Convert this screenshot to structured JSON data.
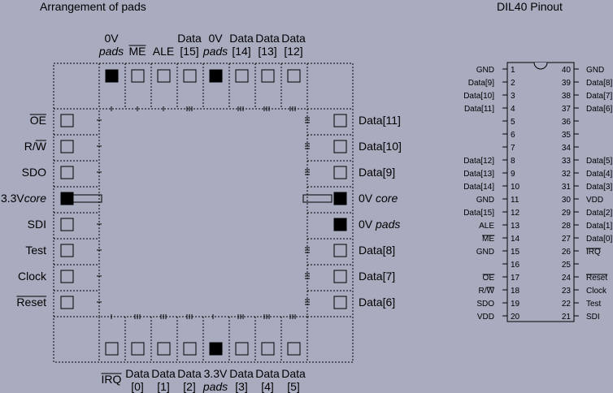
{
  "left_panel": {
    "title": "Arrangement of pads",
    "top_labels": [
      {
        "line1": "0V",
        "line2": "pads",
        "line2_italic": true,
        "filled": true
      },
      {
        "line1": "",
        "line2": "ME",
        "overbar": true,
        "filled": false
      },
      {
        "line1": "",
        "line2": "ALE",
        "filled": false
      },
      {
        "line1": "Data",
        "line2": "[15]",
        "filled": false
      },
      {
        "line1": "0V",
        "line2": "pads",
        "line2_italic": true,
        "filled": true
      },
      {
        "line1": "Data",
        "line2": "[14]",
        "filled": false
      },
      {
        "line1": "Data",
        "line2": "[13]",
        "filled": false
      },
      {
        "line1": "Data",
        "line2": "[12]",
        "filled": false
      }
    ],
    "bottom_labels": [
      {
        "line1": "",
        "line2": "IRQ",
        "overbar": true,
        "filled": false
      },
      {
        "line1": "Data",
        "line2": "[0]",
        "filled": false
      },
      {
        "line1": "Data",
        "line2": "[1]",
        "filled": false
      },
      {
        "line1": "Data",
        "line2": "[2]",
        "filled": false
      },
      {
        "line1": "3.3V",
        "line2": "pads",
        "line2_italic": true,
        "filled": true
      },
      {
        "line1": "Data",
        "line2": "[3]",
        "filled": false
      },
      {
        "line1": "Data",
        "line2": "[4]",
        "filled": false
      },
      {
        "line1": "Data",
        "line2": "[5]",
        "filled": false
      }
    ],
    "left_labels": [
      {
        "text": "OE",
        "overbar": true,
        "filled": false
      },
      {
        "text": "R/W",
        "overbar_part": "W",
        "filled": false
      },
      {
        "text": "SDO",
        "filled": false
      },
      {
        "text": "3.3V",
        "suffix": "core",
        "filled": true
      },
      {
        "text": "SDI",
        "filled": false
      },
      {
        "text": "Test",
        "filled": false
      },
      {
        "text": "Clock",
        "filled": false
      },
      {
        "text": "Reset",
        "overbar": true,
        "filled": false
      }
    ],
    "right_labels": [
      {
        "text": "Data[11]",
        "filled": false
      },
      {
        "text": "Data[10]",
        "filled": false
      },
      {
        "text": "Data[9]",
        "filled": false
      },
      {
        "text": "0V",
        "suffix": "core",
        "filled": true
      },
      {
        "text": "0V",
        "suffix": "pads",
        "filled": true
      },
      {
        "text": "Data[8]",
        "filled": false
      },
      {
        "text": "Data[7]",
        "filled": false
      },
      {
        "text": "Data[6]",
        "filled": false
      }
    ]
  },
  "right_panel": {
    "title": "DIL40 Pinout",
    "left_pins": [
      {
        "num": "1",
        "name": "GND"
      },
      {
        "num": "2",
        "name": "Data[9]"
      },
      {
        "num": "3",
        "name": "Data[10]"
      },
      {
        "num": "4",
        "name": "Data[11]"
      },
      {
        "num": "5",
        "name": ""
      },
      {
        "num": "6",
        "name": ""
      },
      {
        "num": "7",
        "name": ""
      },
      {
        "num": "8",
        "name": "Data[12]"
      },
      {
        "num": "9",
        "name": "Data[13]"
      },
      {
        "num": "10",
        "name": "Data[14]"
      },
      {
        "num": "11",
        "name": "GND"
      },
      {
        "num": "12",
        "name": "Data[15]"
      },
      {
        "num": "13",
        "name": "ALE"
      },
      {
        "num": "14",
        "name": "ME",
        "overbar": true
      },
      {
        "num": "15",
        "name": "GND"
      },
      {
        "num": "16",
        "name": ""
      },
      {
        "num": "17",
        "name": "OE",
        "overbar": true
      },
      {
        "num": "18",
        "name": "R/W",
        "overbar_part": "W"
      },
      {
        "num": "19",
        "name": "SDO"
      },
      {
        "num": "20",
        "name": "VDD"
      }
    ],
    "right_pins": [
      {
        "num": "40",
        "name": "GND"
      },
      {
        "num": "39",
        "name": "Data[8]"
      },
      {
        "num": "38",
        "name": "Data[7]"
      },
      {
        "num": "37",
        "name": "Data[6]"
      },
      {
        "num": "36",
        "name": ""
      },
      {
        "num": "35",
        "name": ""
      },
      {
        "num": "34",
        "name": ""
      },
      {
        "num": "33",
        "name": "Data[5]"
      },
      {
        "num": "32",
        "name": "Data[4]"
      },
      {
        "num": "31",
        "name": "Data[3]"
      },
      {
        "num": "30",
        "name": "VDD"
      },
      {
        "num": "29",
        "name": "Data[2]"
      },
      {
        "num": "28",
        "name": "Data[1]"
      },
      {
        "num": "27",
        "name": "Data[0]"
      },
      {
        "num": "26",
        "name": "IRQ",
        "overbar": true
      },
      {
        "num": "25",
        "name": ""
      },
      {
        "num": "24",
        "name": "Reset",
        "overbar": true
      },
      {
        "num": "23",
        "name": "Clock"
      },
      {
        "num": "22",
        "name": "Test"
      },
      {
        "num": "21",
        "name": "SDI"
      }
    ]
  }
}
